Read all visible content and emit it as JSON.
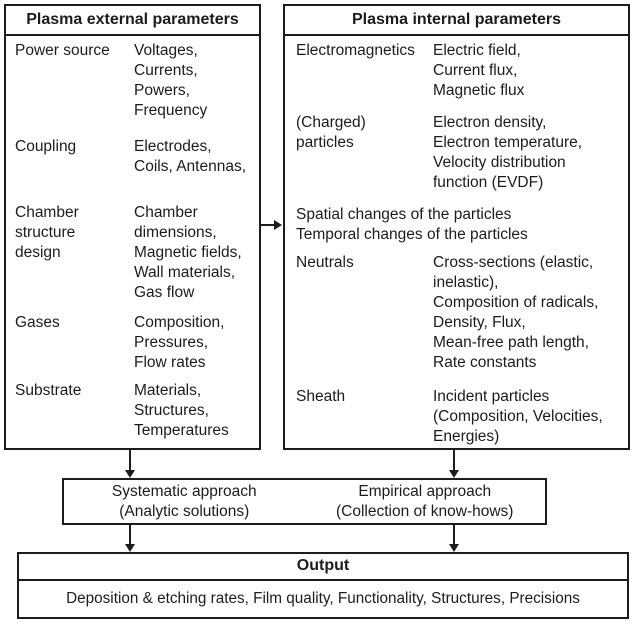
{
  "colors": {
    "ink": "#1c1c1c",
    "background": "#ffffff"
  },
  "external_box": {
    "title": "Plasma external parameters",
    "rows": [
      {
        "label": "Power source",
        "value": "Voltages,\nCurrents,\nPowers,\nFrequency"
      },
      {
        "label": "Coupling",
        "value": "Electrodes,\nCoils, Antennas,"
      },
      {
        "label": "Chamber\nstructure\ndesign",
        "value": "Chamber\ndimensions,\nMagnetic fields,\nWall materials,\nGas flow"
      },
      {
        "label": "Gases",
        "value": "Composition,\nPressures,\nFlow rates"
      },
      {
        "label": "Substrate",
        "value": "Materials,\nStructures,\nTemperatures"
      }
    ]
  },
  "internal_box": {
    "title": "Plasma internal parameters",
    "rows": [
      {
        "label": "Electromagnetics",
        "value": "Electric field,\nCurrent flux,\nMagnetic flux"
      },
      {
        "label": "(Charged)\nparticles",
        "value": "Electron density,\nElectron temperature,\nVelocity distribution\nfunction (EVDF)"
      }
    ],
    "note": "Spatial changes of the particles\nTemporal changes of the particles",
    "rows2": [
      {
        "label": "Neutrals",
        "value": "Cross-sections (elastic,\ninelastic),\nComposition of radicals,\nDensity, Flux,\nMean-free path length,\nRate constants"
      },
      {
        "label": "Sheath",
        "value": "Incident particles\n(Composition, Velocities,\nEnergies)"
      }
    ]
  },
  "approach_box": {
    "systematic": "Systematic approach\n(Analytic solutions)",
    "empirical": "Empirical approach\n(Collection of know-hows)"
  },
  "output_box": {
    "title": "Output",
    "content": "Deposition & etching rates, Film quality, Functionality, Structures, Precisions"
  }
}
